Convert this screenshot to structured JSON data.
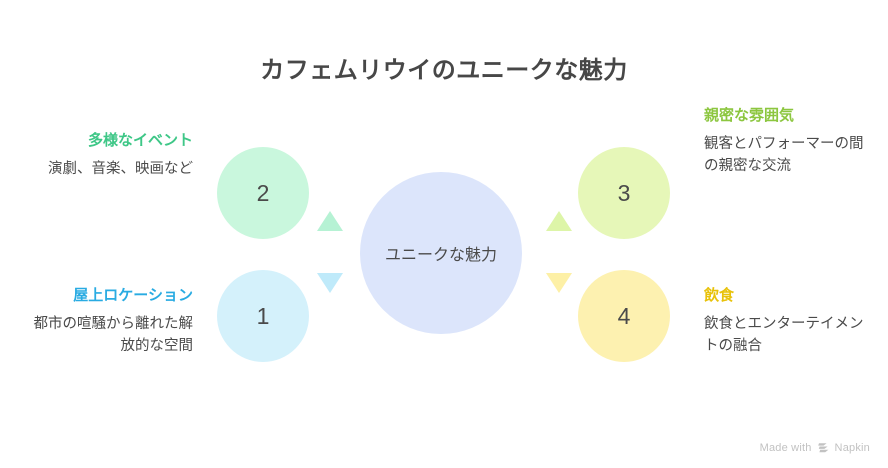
{
  "page": {
    "title": "カフェムリウイのユニークな魅力",
    "background": "#ffffff",
    "title_color": "#474747"
  },
  "center": {
    "label": "ユニークな魅力",
    "color": "#dce5fb",
    "text_color": "#4a4a4a"
  },
  "nodes": [
    {
      "number": "1",
      "circle_color": "#d4f1fb",
      "title": "屋上ロケーション",
      "title_color": "#29abe2",
      "description": "都市の喧騒から離れた解放的な空間",
      "side": "left",
      "connector": "triangle-down",
      "connector_color": "#bfeafa"
    },
    {
      "number": "2",
      "circle_color": "#c9f7dd",
      "title": "多様なイベント",
      "title_color": "#3ec787",
      "description": "演劇、音楽、映画など",
      "side": "left",
      "connector": "triangle-up",
      "connector_color": "#b6f2d4"
    },
    {
      "number": "3",
      "circle_color": "#e6f7b8",
      "title": "親密な雰囲気",
      "title_color": "#8cc63f",
      "description": "観客とパフォーマーの間の親密な交流",
      "side": "right",
      "connector": "triangle-up",
      "connector_color": "#ddf5a8"
    },
    {
      "number": "4",
      "circle_color": "#fdf1b0",
      "title": "飲食",
      "title_color": "#e8c20a",
      "description": "飲食とエンターテイメントの融合",
      "side": "right",
      "connector": "triangle-down",
      "connector_color": "#fdf0a6"
    }
  ],
  "watermark": {
    "text_before": "Made with",
    "brand": "Napkin",
    "logo_icon": "napkin-logo-icon",
    "color": "#c2c2c2"
  }
}
